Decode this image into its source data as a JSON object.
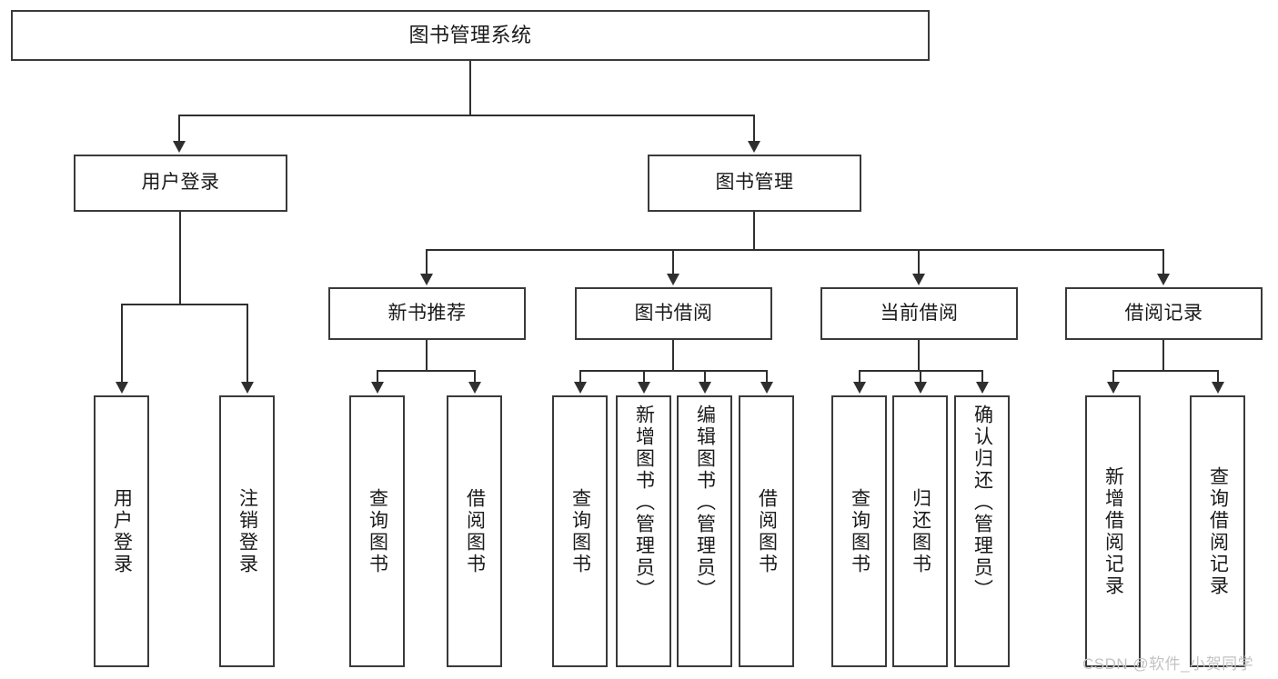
{
  "diagram": {
    "title": "图书管理系统",
    "root": {
      "label": "图书管理系统"
    },
    "level2": [
      {
        "label": "用户登录"
      },
      {
        "label": "图书管理"
      }
    ],
    "level3": [
      {
        "label": "新书推荐"
      },
      {
        "label": "图书借阅"
      },
      {
        "label": "当前借阅"
      },
      {
        "label": "借阅记录"
      }
    ],
    "leaves": {
      "user_login": [
        {
          "label": "用户登录"
        },
        {
          "label": "注销登录"
        }
      ],
      "new_book_recommend": [
        {
          "label": "查询图书"
        },
        {
          "label": "借阅图书"
        }
      ],
      "book_borrow": [
        {
          "label": "查询图书"
        },
        {
          "label": "新增图书（管理员）"
        },
        {
          "label": "编辑图书（管理员）"
        },
        {
          "label": "借阅图书"
        }
      ],
      "current_borrow": [
        {
          "label": "查询图书"
        },
        {
          "label": "归还图书"
        },
        {
          "label": "确认归还（管理员）"
        }
      ],
      "borrow_record": [
        {
          "label": "新增借阅记录"
        },
        {
          "label": "查询借阅记录"
        }
      ]
    }
  },
  "watermark": {
    "text": "CSDN @软件_小贺同学"
  },
  "colors": {
    "border": "#3a3a3a",
    "line": "#2f2f2f",
    "background": "#ffffff",
    "text": "#1a1a1a",
    "watermark": "#c3c3c3"
  }
}
